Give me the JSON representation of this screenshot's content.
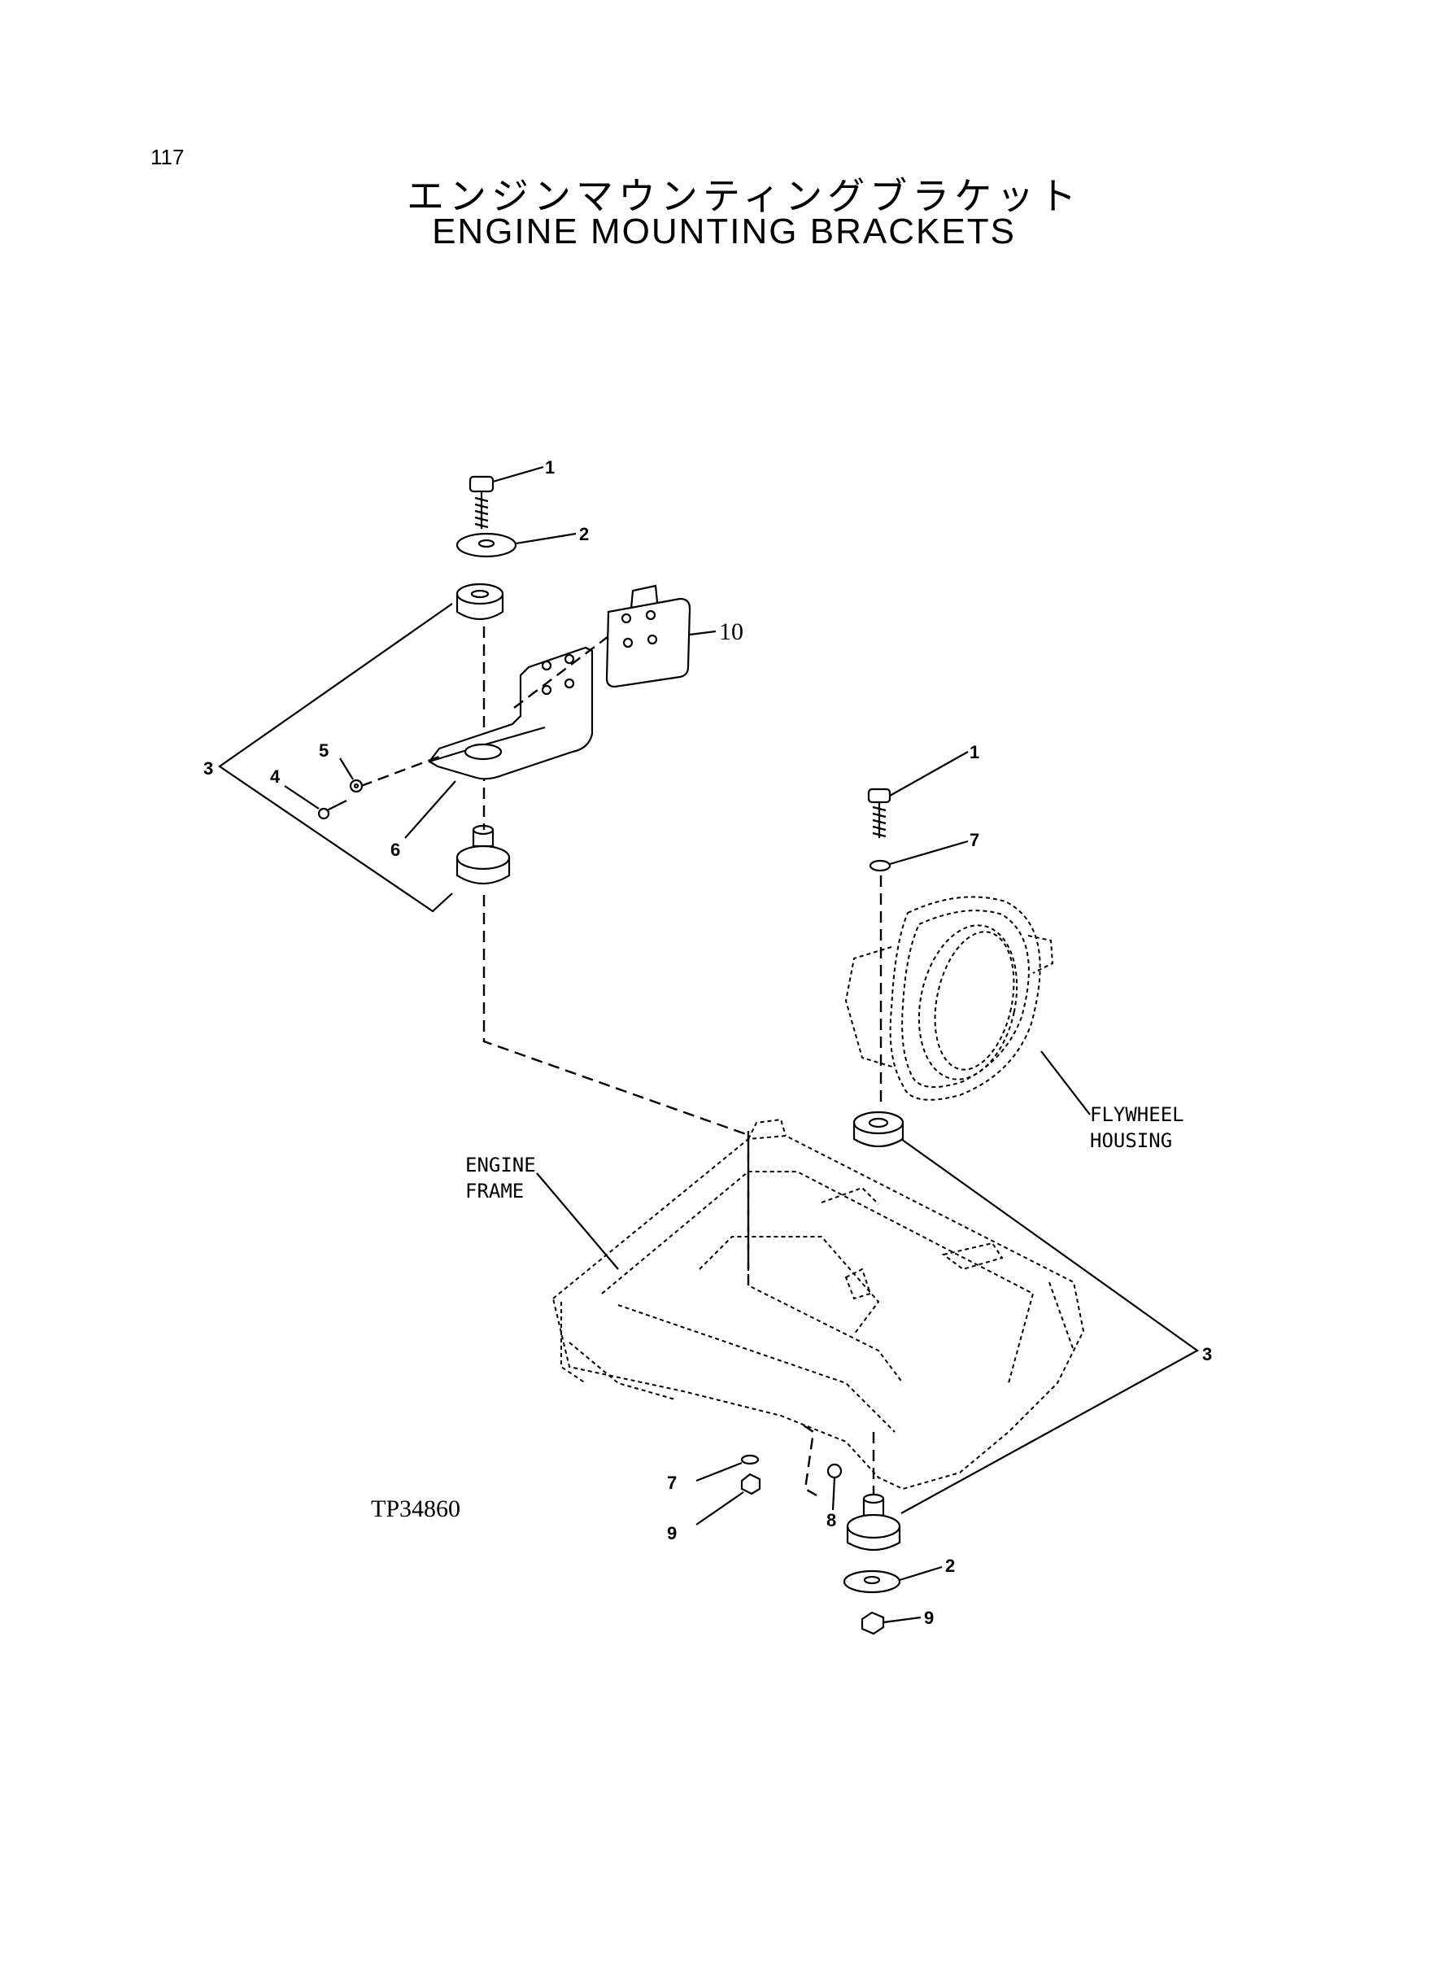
{
  "page_number": "117",
  "title_jp": "エンジンマウンティングブラケット",
  "title_en": "ENGINE MOUNTING BRACKETS",
  "figure_id": "TP34860",
  "labels": {
    "engine_frame": [
      "ENGINE",
      "FRAME"
    ],
    "flywheel_housing": [
      "FLYWHEEL",
      "HOUSING"
    ]
  },
  "callouts": {
    "c1a": "1",
    "c2a": "2",
    "c3a": "3",
    "c4": "4",
    "c5": "5",
    "c6": "6",
    "c10": "10",
    "c1b": "1",
    "c7a": "7",
    "c3b": "3",
    "c7b": "7",
    "c9a": "9",
    "c8": "8",
    "c2b": "2",
    "c9b": "9"
  }
}
